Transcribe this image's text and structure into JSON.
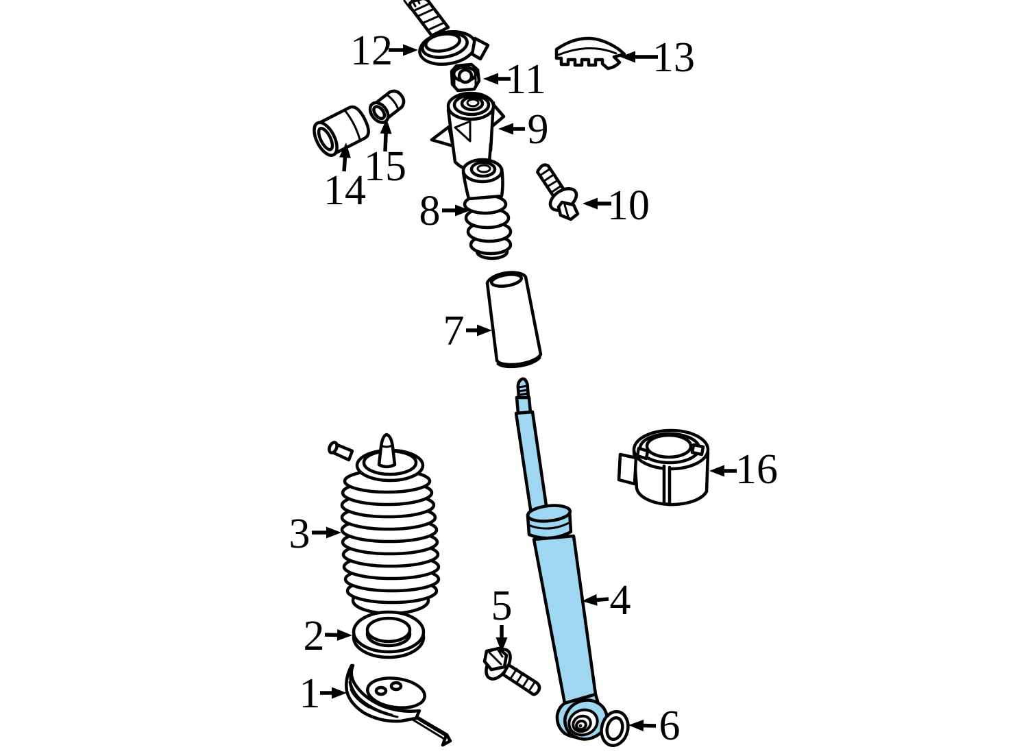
{
  "figure": {
    "kind": "exploded-parts-diagram",
    "subject": "rear-shock-absorber-and-air-spring-assembly",
    "background_color": "#ffffff",
    "line_color": "#000000",
    "highlight_color": "#9fd6f2"
  },
  "callouts": [
    {
      "label": "1",
      "text": [
        452,
        1032
      ],
      "arrow": [
        467,
        1011,
        506,
        1011
      ]
    },
    {
      "label": "2",
      "text": [
        458,
        948
      ],
      "arrow": [
        474,
        926,
        514,
        927
      ]
    },
    {
      "label": "3",
      "text": [
        437,
        799
      ],
      "arrow": [
        455,
        777,
        498,
        777
      ]
    },
    {
      "label": "4",
      "text": [
        905,
        896
      ],
      "arrow": [
        888,
        874,
        849,
        877
      ]
    },
    {
      "label": "5",
      "text": [
        732,
        904
      ],
      "arrow": [
        732,
        912,
        732,
        952
      ]
    },
    {
      "label": "6",
      "text": [
        977,
        1079
      ],
      "arrow": [
        957,
        1059,
        917,
        1058
      ]
    },
    {
      "label": "7",
      "text": [
        662,
        503
      ],
      "arrow": [
        680,
        482,
        718,
        482
      ]
    },
    {
      "label": "8",
      "text": [
        627,
        328
      ],
      "arrow": [
        645,
        307,
        686,
        307
      ]
    },
    {
      "label": "9",
      "text": [
        785,
        209
      ],
      "arrow": [
        766,
        188,
        727,
        188
      ]
    },
    {
      "label": "10",
      "text": [
        917,
        320
      ],
      "arrow": [
        892,
        297,
        850,
        297
      ]
    },
    {
      "label": "11",
      "text": [
        767,
        136
      ],
      "arrow": [
        745,
        115,
        705,
        115
      ]
    },
    {
      "label": "12",
      "text": [
        542,
        94
      ],
      "arrow": [
        567,
        73,
        610,
        73
      ]
    },
    {
      "label": "13",
      "text": [
        983,
        104
      ],
      "arrow": [
        960,
        83,
        905,
        83
      ]
    },
    {
      "label": "14",
      "text": [
        503,
        298
      ],
      "arrow": [
        502,
        250,
        505,
        208
      ]
    },
    {
      "label": "15",
      "text": [
        562,
        263
      ],
      "arrow": [
        562,
        221,
        564,
        173
      ]
    },
    {
      "label": "16",
      "text": [
        1104,
        705
      ],
      "arrow": [
        1075,
        687,
        1035,
        687
      ]
    }
  ]
}
